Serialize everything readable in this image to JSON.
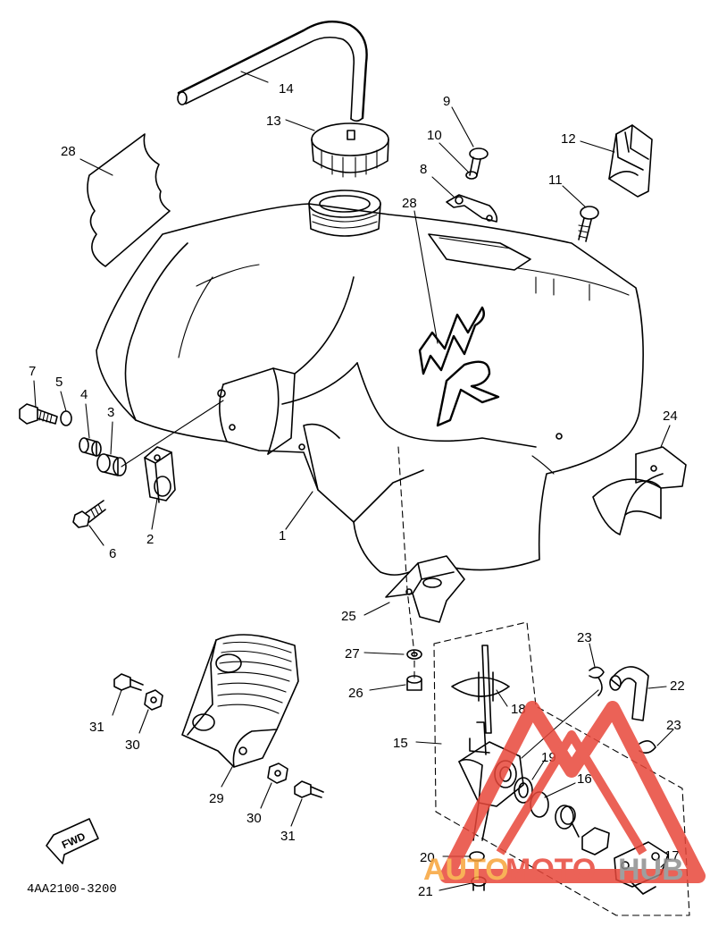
{
  "diagram_code": "4AA2100-3200",
  "fwd_label": "FWD",
  "decal_text": "WR",
  "watermark": {
    "part1": "AUTO",
    "part2": "MOTO",
    "part3": "HUB",
    "color_red": "#e8473a",
    "color_orange": "#f7a43a",
    "color_gray": "#8f8f8f"
  },
  "callouts": {
    "c1": "1",
    "c2": "2",
    "c3": "3",
    "c4": "4",
    "c5": "5",
    "c6": "6",
    "c7": "7",
    "c8": "8",
    "c9": "9",
    "c10": "10",
    "c11": "11",
    "c12": "12",
    "c13": "13",
    "c14": "14",
    "c15": "15",
    "c16": "16",
    "c17": "17",
    "c18": "18",
    "c19": "19",
    "c20": "20",
    "c21": "21",
    "c22": "22",
    "c23a": "23",
    "c23b": "23",
    "c24": "24",
    "c25": "25",
    "c26": "26",
    "c27": "27",
    "c28a": "28",
    "c28b": "28",
    "c29": "29",
    "c30a": "30",
    "c30b": "30",
    "c31a": "31",
    "c31b": "31"
  }
}
